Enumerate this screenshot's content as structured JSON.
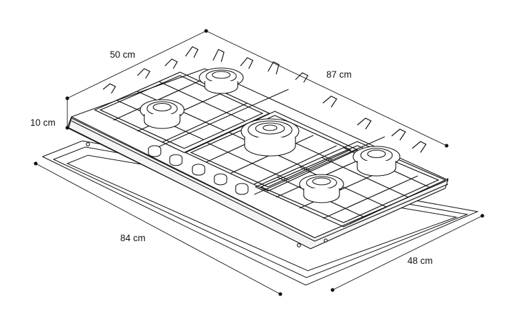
{
  "diagram": {
    "subject": "gas-hob-5-burner-isometric",
    "colors": {
      "ink": "#111111",
      "paper": "#ffffff",
      "shade": "#f1f1f1"
    },
    "dimensions": {
      "depth": "50 cm",
      "width": "87 cm",
      "height": "10 cm",
      "cutout_width": "84 cm",
      "cutout_depth": "48 cm"
    },
    "burner_count": 5,
    "knob_count": 5
  }
}
